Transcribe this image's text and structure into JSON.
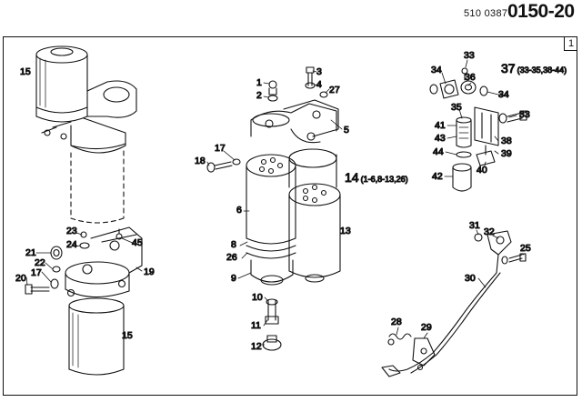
{
  "header": {
    "doc_number": "510 0387",
    "section": "0150-20",
    "sheet": "1"
  },
  "callouts": {
    "c1": "1",
    "c2": "2",
    "c3": "3",
    "c4": "4",
    "c5": "5",
    "c6": "6",
    "c8": "8",
    "c9": "9",
    "c10": "10",
    "c11": "11",
    "c12": "12",
    "c13": "13",
    "c15a": "15",
    "c15b": "15",
    "c17a": "17",
    "c17b": "17",
    "c18": "18",
    "c19": "19",
    "c20": "20",
    "c21": "21",
    "c22": "22",
    "c23": "23",
    "c24": "24",
    "c25": "25",
    "c26": "26",
    "c27": "27",
    "c28": "28",
    "c29": "29",
    "c30": "30",
    "c31": "31",
    "c32": "32",
    "c33a": "33",
    "c33b": "33",
    "c34a": "34",
    "c34b": "34",
    "c35": "35",
    "c36": "36",
    "c38": "38",
    "c39": "39",
    "c40": "40",
    "c41": "41",
    "c42": "42",
    "c43": "43",
    "c44": "44",
    "c45": "45"
  },
  "assemblies": {
    "a14_num": "14",
    "a14_range": "(1-6,8-13,26)",
    "a37_num": "37",
    "a37_range": "(33-35,38-44)"
  }
}
